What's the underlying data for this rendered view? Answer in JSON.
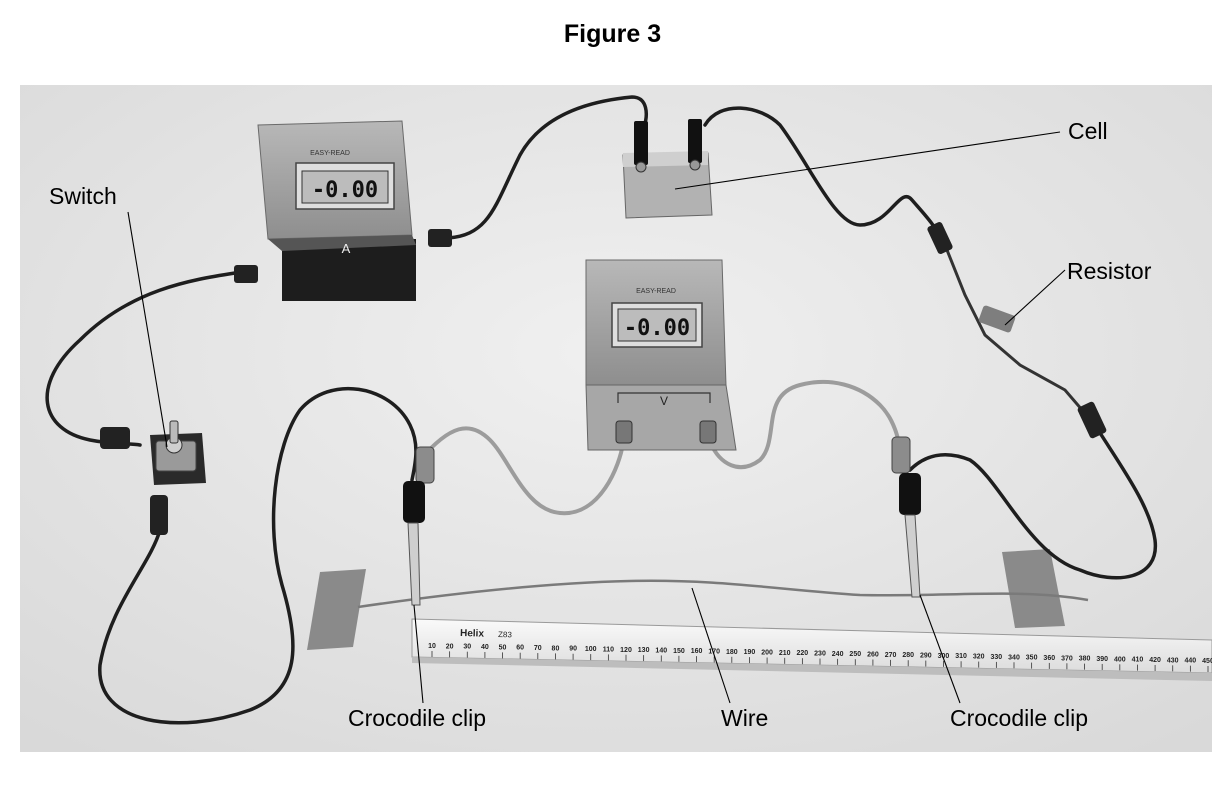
{
  "figure": {
    "title": "Figure 3"
  },
  "labels": {
    "switch": "Switch",
    "cell": "Cell",
    "resistor": "Resistor",
    "clip_left": "Crocodile clip",
    "wire": "Wire",
    "clip_right": "Crocodile clip"
  },
  "ammeter": {
    "brand": "EASY-READ",
    "display": "-0.00",
    "unit": "A"
  },
  "voltmeter": {
    "brand": "EASY-READ",
    "display": "-0.00",
    "unit": "V"
  },
  "ruler": {
    "brand": "Helix",
    "ticks": [
      "10",
      "20",
      "30",
      "40",
      "50",
      "60",
      "70",
      "80",
      "90",
      "100",
      "110",
      "120",
      "130",
      "140",
      "150",
      "160",
      "170",
      "180",
      "190",
      "200",
      "210",
      "220",
      "230",
      "240",
      "250",
      "260",
      "270",
      "280",
      "290",
      "300",
      "310",
      "320",
      "330",
      "340",
      "350",
      "360",
      "370",
      "380",
      "390",
      "400",
      "410",
      "420",
      "430",
      "440",
      "450"
    ]
  }
}
